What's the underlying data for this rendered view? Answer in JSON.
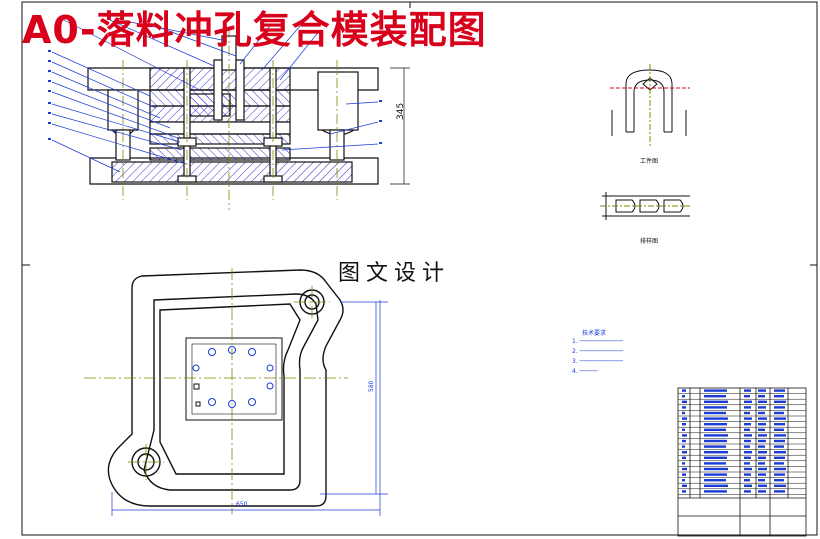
{
  "header": {
    "title": "A0-落料冲孔复合模装配图",
    "subtitle": "图文设计"
  },
  "dimensions": {
    "height_345": "345",
    "width_650": "650",
    "height_580": "580",
    "part_label": "工件图",
    "strip_label": "排样图"
  },
  "tech_notes": {
    "heading": "技术要求",
    "items": [
      "1.",
      "2.",
      "3.",
      "4."
    ]
  },
  "colors": {
    "title": "#d9001b",
    "drawing": "#111111",
    "hatch": "#3a2bd8",
    "leader": "#1a3bd6",
    "center": "#7a8a00"
  }
}
